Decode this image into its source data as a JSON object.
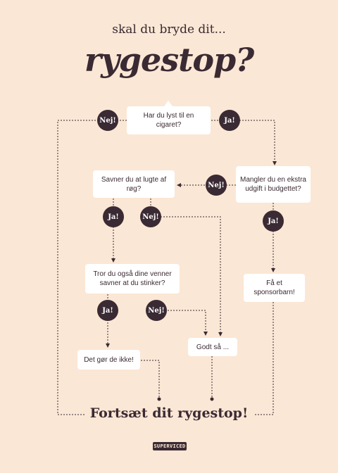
{
  "header": {
    "subtitle": "skal du bryde dit...",
    "title": "rygestop?"
  },
  "nodes": {
    "start": "Har du lyst til en cigaret?",
    "miss_smell": "Savner du at lugte af røg?",
    "extra_cost": "Mangler du en ekstra udgift i budgettet?",
    "friends": "Tror du også dine venner savner at du stinker?",
    "sponsor": "Få et sponsorbarn!",
    "dont": "Det gør de ikke!",
    "good": "Godt så ..."
  },
  "answers": {
    "no": "Nej!",
    "yes": "Ja!"
  },
  "footer": {
    "conclusion": "Fortsæt dit rygestop!",
    "brand": "SUPERVICED"
  },
  "colors": {
    "background": "#fbe7d5",
    "dark": "#3a2a33",
    "box": "#ffffff"
  }
}
